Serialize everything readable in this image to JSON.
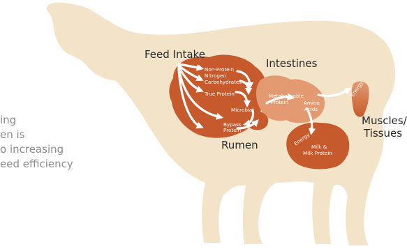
{
  "labels": {
    "feed_intake": "Feed Intake",
    "intestines": "Intestines",
    "rumen": "Rumen",
    "muscles_line1": "Muscles/",
    "muscles_line2": "Tissues"
  },
  "rumen_items": {
    "npn_line1": "Non-Protein",
    "npn_line2": "Nitrogen",
    "carbohydrates": "Carbohydrates",
    "true_protein": "True Protein",
    "microbial": "Microbial",
    "bypass_line1": "Bypass",
    "bypass_line2": "Protein"
  },
  "intestine_items": {
    "metabolisable_line1": "Metabolisable",
    "metabolisable_line2": "Protein",
    "amino_line1": "Amino",
    "amino_line2": "Acids",
    "energy_muscle": "Energy",
    "energy_udder": "Energy",
    "milk_line1": "Milk &",
    "milk_line2": "Milk Protein"
  },
  "side_text": [
    "ing",
    "en is",
    "o increasing",
    "eed efficiency"
  ],
  "colors": {
    "cow": "#f3e3c8",
    "organ": "#c75a2c",
    "organ_light": "#e39a70",
    "label": "#2a2a2a",
    "side_text": "#8c8c8c"
  }
}
